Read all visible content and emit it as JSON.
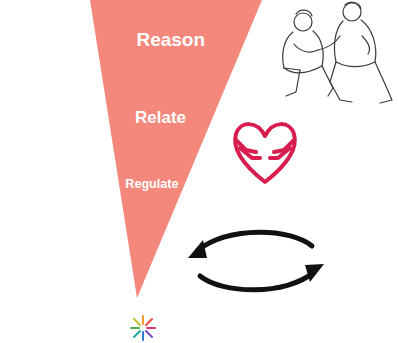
{
  "diagram": {
    "nodes": [
      {
        "text": [
          "Reason",
          "Relate",
          "Regulate"
        ]
      }
    ]
  }
}
